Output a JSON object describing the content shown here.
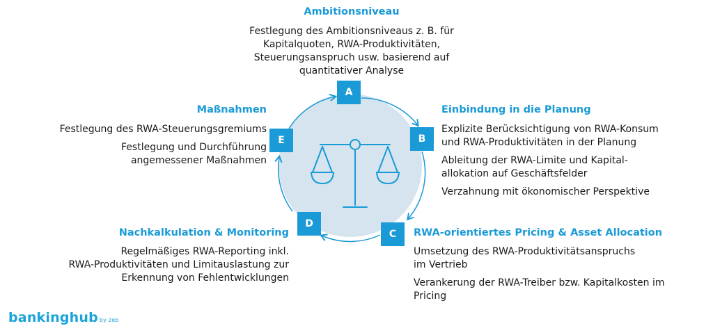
{
  "sections": {
    "a": {
      "marker": "A",
      "title": "Ambitionsniveau",
      "lines": [
        "Festlegung des Ambitionsniveaus z. B. für",
        "Kapitalquoten, RWA-Produktivitäten,",
        "Steuerungsanspruch usw. basierend auf",
        "quantitativer Analyse"
      ]
    },
    "b": {
      "marker": "B",
      "title": "Einbindung in die Planung",
      "p1": [
        "Explizite Berücksichtigung von RWA-Konsum",
        "und RWA-Produktivitäten in der Planung"
      ],
      "p2": [
        "Ableitung der RWA-Limite und Kapital-",
        "allokation auf Geschäftsfelder"
      ],
      "p3": [
        "Verzahnung mit ökonomischer Perspektive"
      ]
    },
    "c": {
      "marker": "C",
      "title": "RWA-orientiertes Pricing & Asset Allocation",
      "p1": [
        "Umsetzung des RWA-Produktivitätsanspruchs",
        "im Vertrieb"
      ],
      "p2": [
        "Verankerung der RWA-Treiber bzw. Kapitalkosten im",
        "Pricing"
      ]
    },
    "d": {
      "marker": "D",
      "title": "Nachkalkulation & Monitoring",
      "lines": [
        "Regelmäßiges RWA-Reporting inkl.",
        "RWA-Produktivitäten und Limitauslastung zur",
        "Erkennung von Fehlentwicklungen"
      ]
    },
    "e": {
      "marker": "E",
      "title": "Maßnahmen",
      "p1": [
        "Festlegung des RWA-Steuerungsgremiums"
      ],
      "p2": [
        "Festlegung und Durchführung",
        "angemessener Maßnahmen"
      ]
    }
  },
  "center_icon": "balance-scale-icon",
  "brand": {
    "name": "bankinghub",
    "suffix": "by zeb"
  },
  "colors": {
    "accent": "#1a9ad6",
    "circle_fill": "#d5e4ee",
    "text": "#1a1a1a"
  }
}
